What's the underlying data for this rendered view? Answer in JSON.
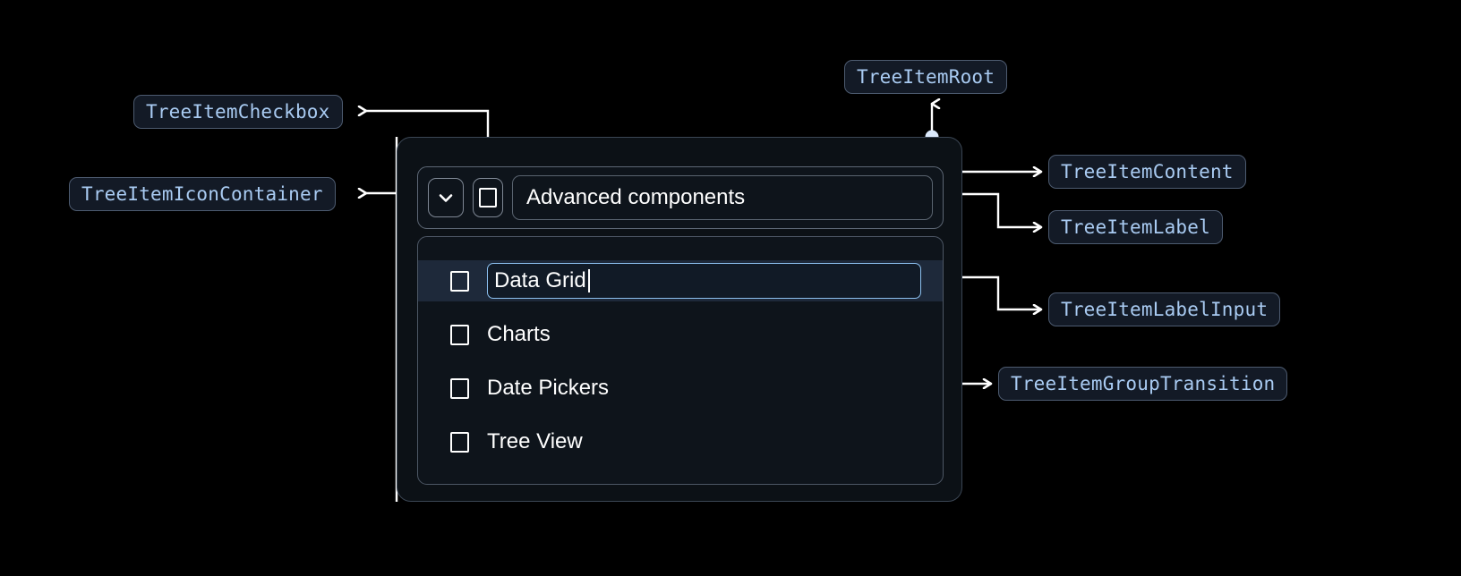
{
  "annotations": {
    "checkbox": "TreeItemCheckbox",
    "icon_container": "TreeItemIconContainer",
    "root": "TreeItemRoot",
    "content": "TreeItemContent",
    "label": "TreeItemLabel",
    "label_input": "TreeItemLabelInput",
    "group_transition": "TreeItemGroupTransition"
  },
  "component": {
    "header": {
      "expand_icon": "chevron-down-icon",
      "checkbox_state": "unchecked",
      "label_text": "Advanced components"
    },
    "children": [
      {
        "label": "Data Grid",
        "checkbox_state": "unchecked",
        "editing": true,
        "selected": true
      },
      {
        "label": "Charts",
        "checkbox_state": "unchecked",
        "editing": false,
        "selected": false
      },
      {
        "label": "Date Pickers",
        "checkbox_state": "unchecked",
        "editing": false,
        "selected": false
      },
      {
        "label": "Tree View",
        "checkbox_state": "unchecked",
        "editing": false,
        "selected": false
      }
    ]
  },
  "colors": {
    "background": "#000000",
    "annotation_text": "#a9cbf2",
    "annotation_bg": "#131a26",
    "annotation_border": "#4d5b70",
    "connector": "#ffffff",
    "selected_row_bg": "#1e293a",
    "input_focus_border": "#8cc0f0",
    "text": "#ffffff"
  }
}
